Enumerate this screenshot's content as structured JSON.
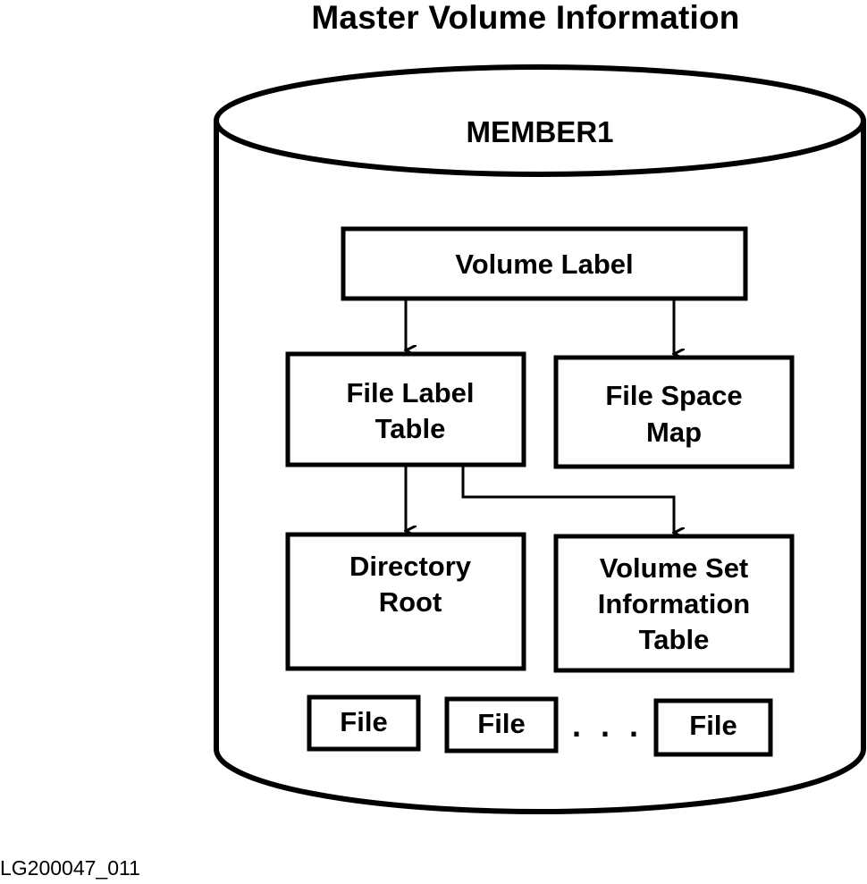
{
  "title": "Master Volume Information",
  "volume": {
    "name": "MEMBER1"
  },
  "boxes": {
    "volume_label": "Volume Label",
    "file_label_table_line1": "File Label",
    "file_label_table_line2": "Table",
    "file_space_map_line1": "File Space",
    "file_space_map_line2": "Map",
    "directory_root_line1": "Directory",
    "directory_root_line2": "Root",
    "volume_set_line1": "Volume Set",
    "volume_set_line2": "Information",
    "volume_set_line3": "Table"
  },
  "files": [
    "File",
    "File",
    "File"
  ],
  "ellipsis": ". . .",
  "figure_id": "LG200047_011"
}
